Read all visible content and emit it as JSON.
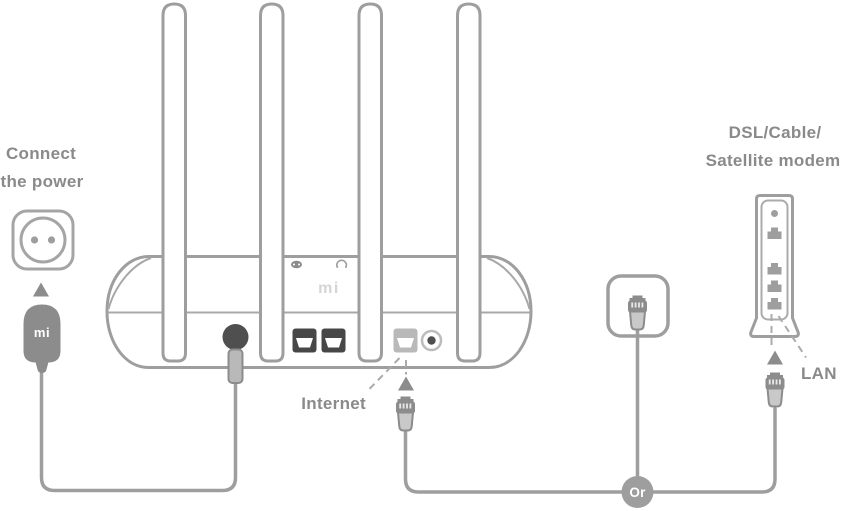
{
  "diagram": {
    "power": {
      "line1": "Connect",
      "line2": "the power",
      "adapter_logo": "mi"
    },
    "router": {
      "top_logo": "mi",
      "internet_label": "Internet"
    },
    "modem": {
      "line1": "DSL/Cable/",
      "line2": "Satellite modem",
      "lan_label": "LAN"
    },
    "or_label": "Or",
    "colors": {
      "outline": "#9e9e9e",
      "text": "#8a8a8a",
      "fill_medium": "#8c8c8c",
      "fill_light": "#c9c9c9",
      "port_dark": "#474747",
      "logo_faint": "#d4d4d4",
      "white": "#ffffff"
    },
    "icons": [
      "power-outlet-icon",
      "up-arrow-icon",
      "power-adapter-icon",
      "rj45-plug-icon",
      "wall-ethernet-jack-icon",
      "ethernet-port-icon",
      "wan-port-icon",
      "reset-button-icon",
      "led-status-icon",
      "wifi-status-icon",
      "modem-port-icon",
      "or-junction-badge"
    ]
  }
}
